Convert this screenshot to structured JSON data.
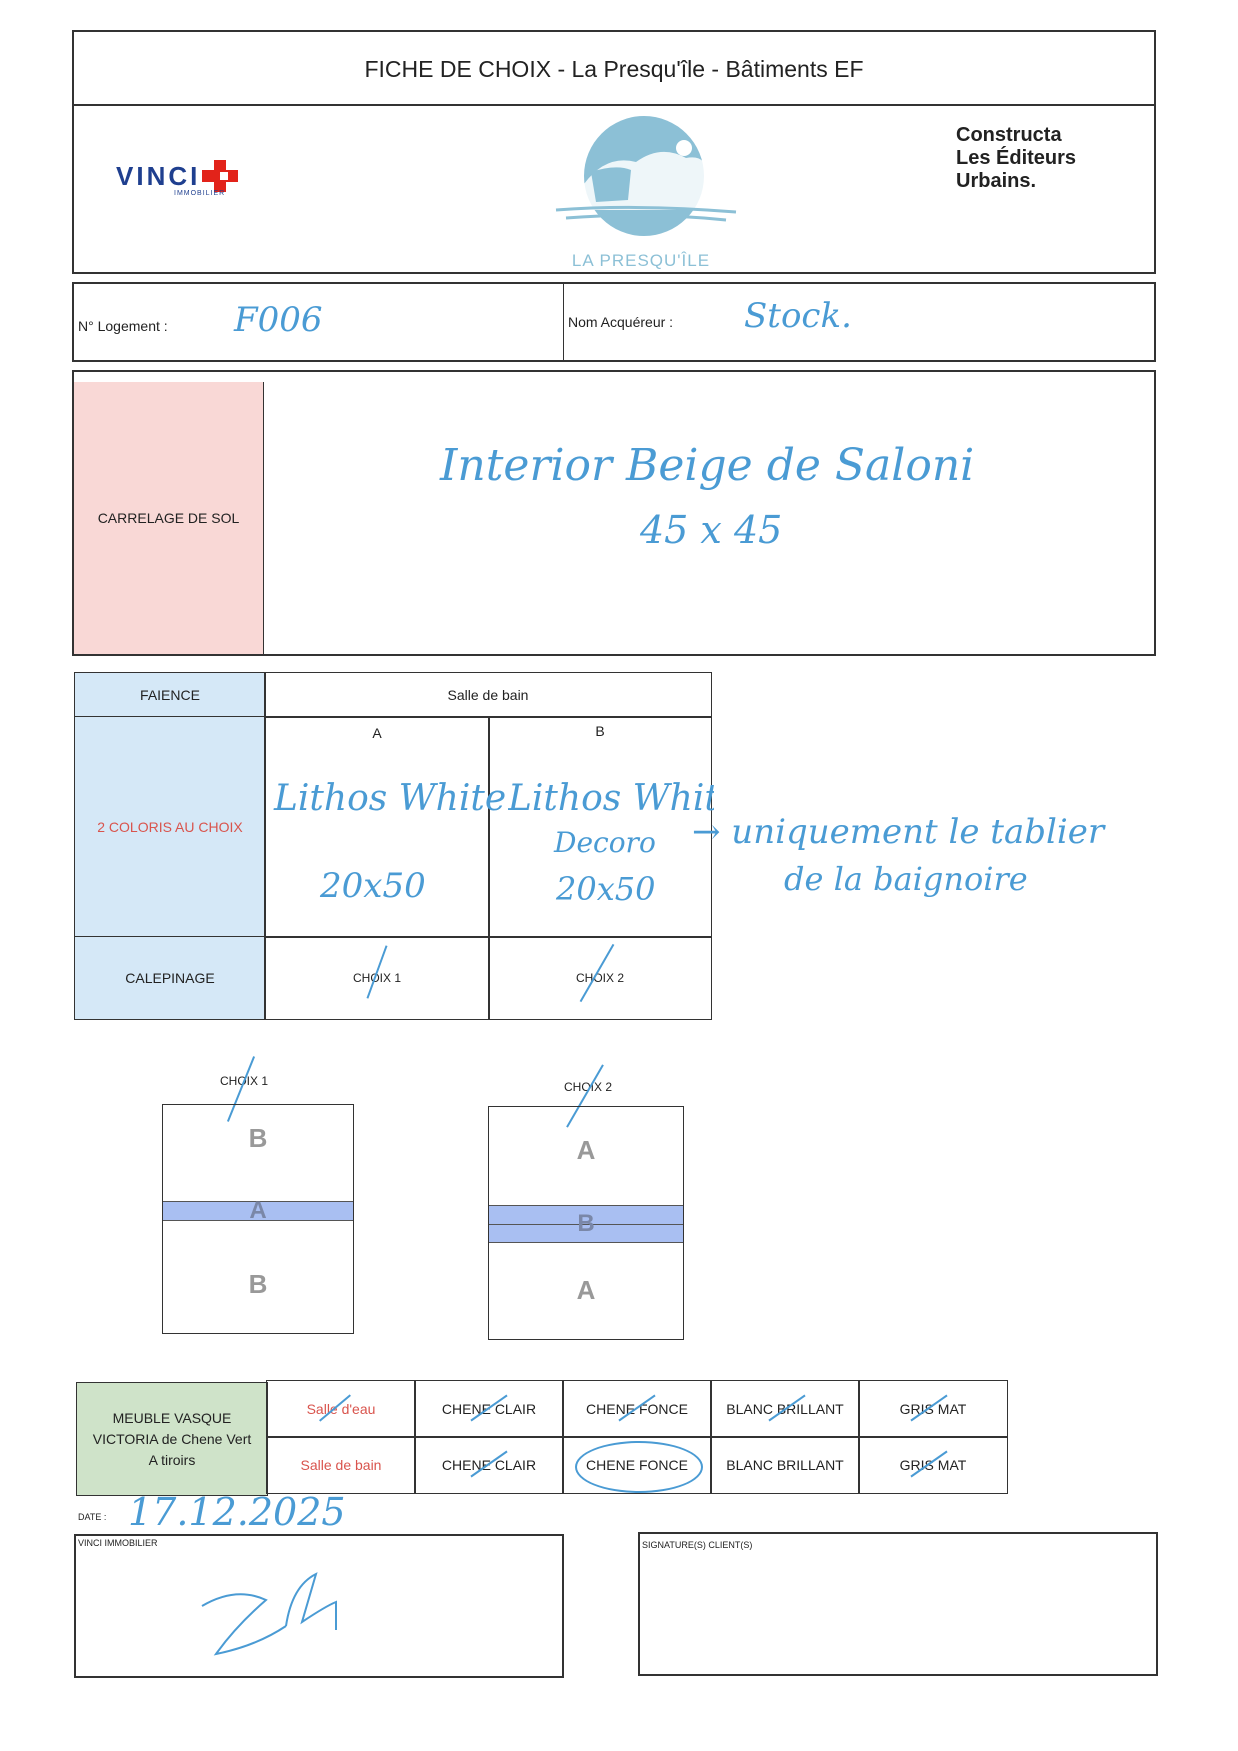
{
  "header": {
    "title": "FICHE DE CHOIX - La Presqu'île - Bâtiments EF",
    "vinci_logo": "VINCI",
    "vinci_sub": "IMMOBILIER",
    "center_logo_text": "LA PRESQU'ÎLE",
    "partner_lines": [
      "Constructa",
      "Les Éditeurs",
      "Urbains."
    ]
  },
  "identification": {
    "lodging_label": "N° Logement :",
    "lodging_value": "F006",
    "buyer_label": "Nom Acquéreur :",
    "buyer_value": "Stock."
  },
  "floor_tile": {
    "label": "CARRELAGE DE SOL",
    "choice_line1": "Interior Beige de Saloni",
    "choice_line2": "45 x 45"
  },
  "wall_tile": {
    "label": "FAIENCE",
    "room": "Salle de bain",
    "col_a": "A",
    "col_b": "B",
    "colors_label": "2 COLORIS AU CHOIX",
    "a_line1": "Lithos White",
    "a_line2": "20x50",
    "b_line1": "Lithos White",
    "b_line2": "Decoro",
    "b_line3": "20x50",
    "note_line1": "→ uniquement le tablier",
    "note_line2": "de la baignoire",
    "layout_label": "CALEPINAGE",
    "layout_choice1": "CHOIX 1",
    "layout_choice2": "CHOIX 2"
  },
  "layout_diagrams": {
    "choice1": {
      "title": "CHOIX 1",
      "top": "B",
      "middle": "A",
      "bottom": "B"
    },
    "choice2": {
      "title": "CHOIX 2",
      "top": "A",
      "middle": "B",
      "bottom": "A"
    }
  },
  "vanity": {
    "label_lines": [
      "MEUBLE VASQUE",
      "VICTORIA de Chene Vert",
      "A tiroirs"
    ],
    "rows": [
      {
        "room": "Salle d'eau",
        "options": [
          "CHENE CLAIR",
          "CHENE FONCE",
          "BLANC BRILLANT",
          "GRIS MAT"
        ]
      },
      {
        "room": "Salle de bain",
        "options": [
          "CHENE CLAIR",
          "CHENE FONCE",
          "BLANC BRILLANT",
          "GRIS MAT"
        ]
      }
    ]
  },
  "date": {
    "label": "DATE :",
    "value": "17.12.2025"
  },
  "signatures": {
    "vinci_label": "VINCI IMMOBILIER",
    "client_label": "SIGNATURE(S) CLIENT(S)"
  },
  "colors": {
    "handwriting": "#4a9bd4",
    "floor_label_bg": "#f9d8d6",
    "wall_label_bg": "#d5e8f7",
    "vanity_label_bg": "#cfe3c9",
    "band_blue": "#a9bff2",
    "red_text": "#d9544d"
  }
}
